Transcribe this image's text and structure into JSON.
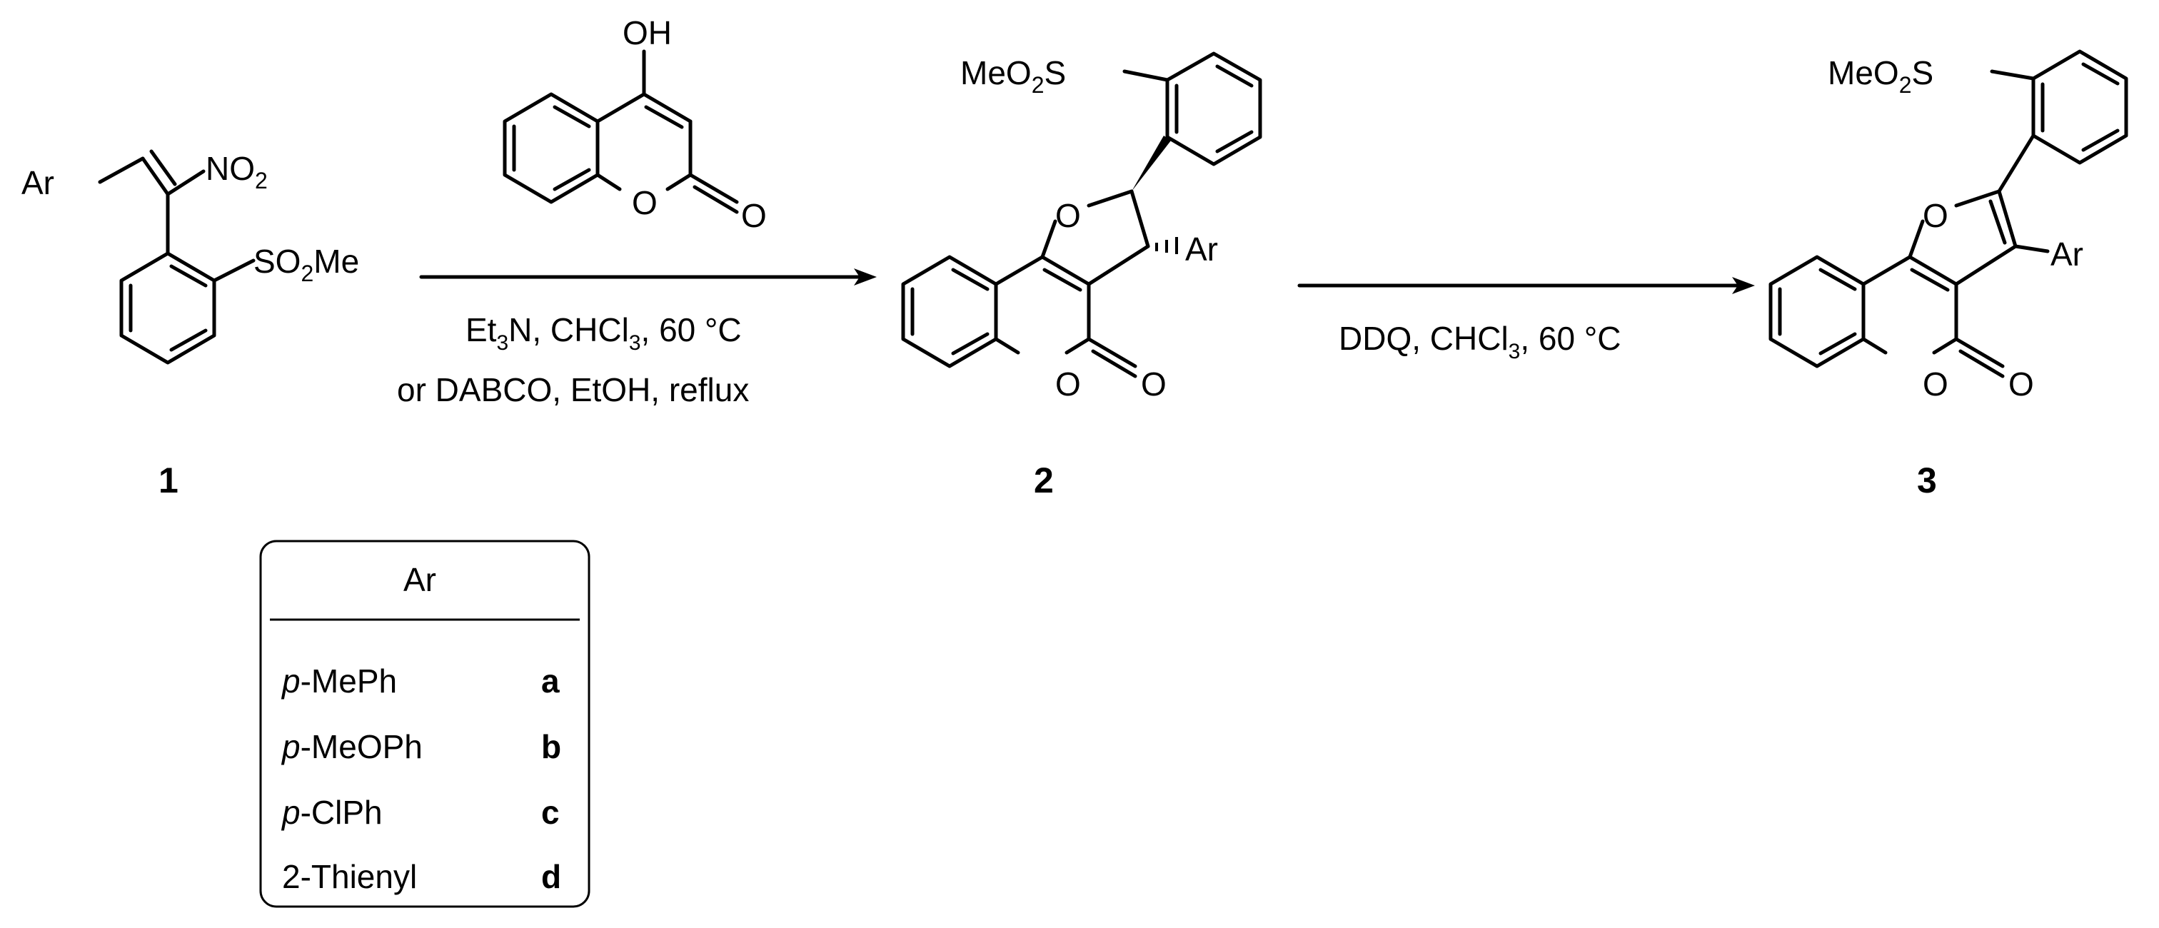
{
  "compound_labels": {
    "c1": "1",
    "c2": "2",
    "c3": "3"
  },
  "atoms": {
    "ar": "Ar",
    "no2_main": "NO",
    "no2_sub": "2",
    "so2me_so": "SO",
    "so2me_sub": "2",
    "so2me_me": "Me",
    "oh": "OH",
    "o": "O",
    "meo2s_meo": "MeO",
    "meo2s_sub": "2",
    "meo2s_s": "S"
  },
  "arrow1": {
    "line1_et": "Et",
    "line1_sub3": "3",
    "line1_rest": "N, CHCl",
    "line1_sub3b": "3",
    "line1_tail": ", 60 °C",
    "line2": "or DABCO, EtOH, reflux"
  },
  "arrow2": {
    "pre": "DDQ, CHCl",
    "sub": "3",
    "post": ", 60 °C"
  },
  "table": {
    "header": "Ar",
    "rows": [
      {
        "prefix": "p",
        "name": "-MePh",
        "code": "a"
      },
      {
        "prefix": "p",
        "name": "-MeOPh",
        "code": "b"
      },
      {
        "prefix": "p",
        "name": "-ClPh",
        "code": "c"
      },
      {
        "prefix": "",
        "name": "2-Thienyl",
        "code": "d"
      }
    ]
  }
}
